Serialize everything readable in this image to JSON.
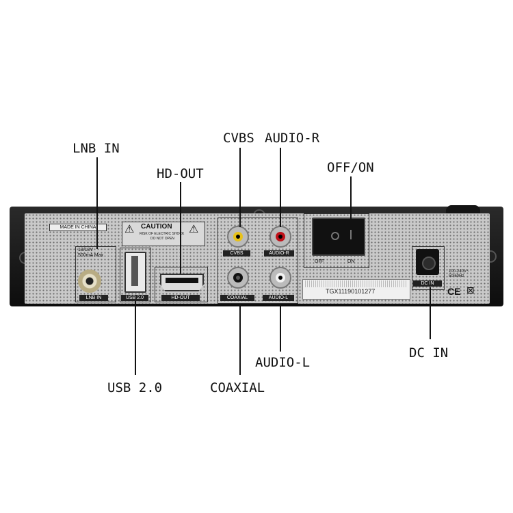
{
  "callouts": {
    "lnb_in": "LNB IN",
    "hd_out": "HD-OUT",
    "cvbs": "CVBS",
    "audio_r": "AUDIO-R",
    "off_on": "OFF/ON",
    "usb": "USB 2.0",
    "coaxial": "COAXIAL",
    "audio_l": "AUDIO-L",
    "dc_in": "DC IN"
  },
  "panel": {
    "made_in": "MADE IN CHINA",
    "caution": "CAUTION",
    "caution_sub1": "RISK OF ELECTRIC SHOCK",
    "caution_sub2": "DO NOT OPEN",
    "lnb_spec1": "13/18V",
    "lnb_spec2": "500mA Max",
    "lnb_label": "LNB IN",
    "usb_label": "USB 2.0",
    "hd_label": "HD-OUT",
    "cvbs_label": "CVBS",
    "audio_r_label": "AUDIO-R",
    "coaxial_label": "COAXIAL",
    "audio_l_label": "AUDIO-L",
    "off_label": "OFF",
    "on_label": "ON",
    "serial": "TGX11190101277",
    "dc_label": "DC IN",
    "power_spec1": "100-240V~",
    "power_spec2": "50/60Hz",
    "ce_mark": "CE"
  },
  "colors": {
    "rca_yellow": "#e8c21a",
    "rca_red": "#c0121a",
    "rca_white": "#f2f2f2",
    "rca_orange": "#111111"
  }
}
